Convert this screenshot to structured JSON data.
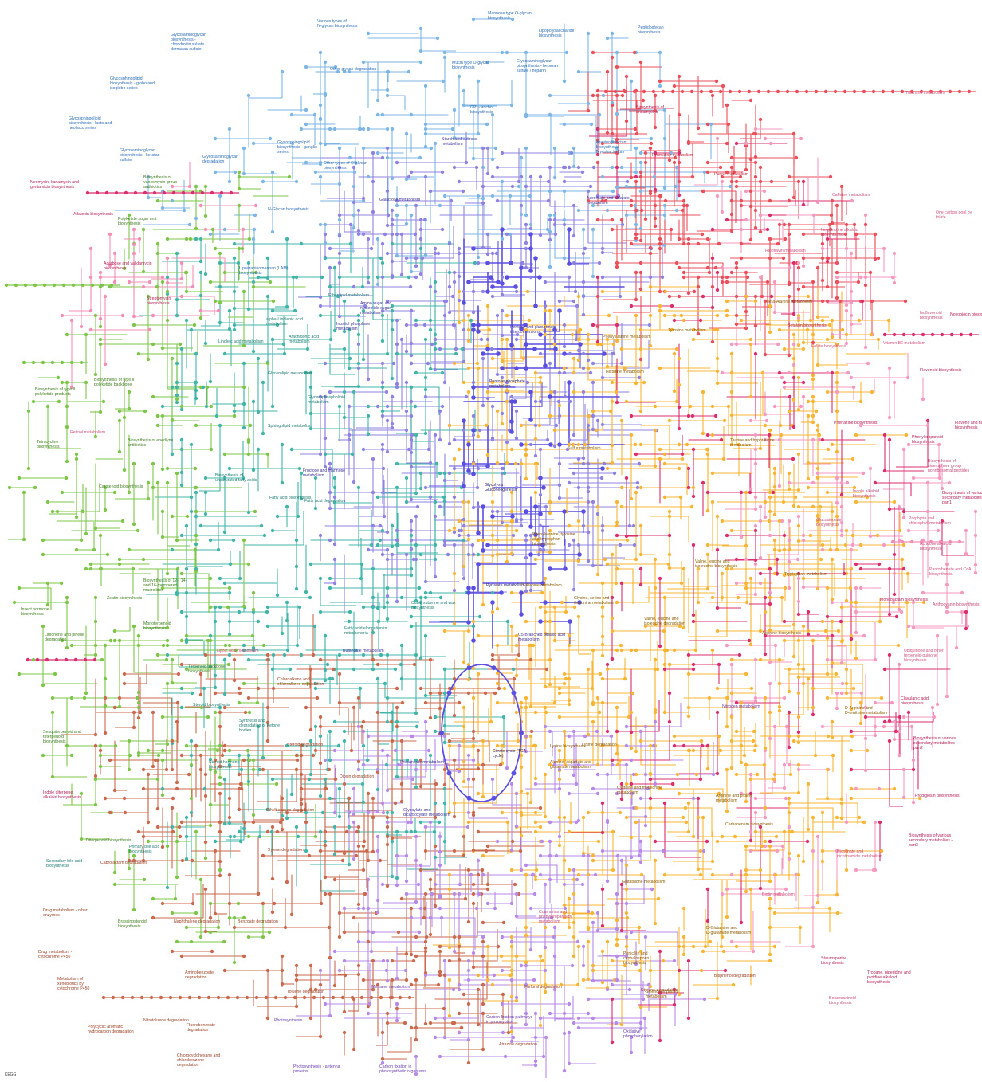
{
  "colors": {
    "glycan": "#7eb6e4",
    "carbohydrate": "#8f83e0",
    "lipid": "#43b5a8",
    "terpenoid": "#7ec64a",
    "nucleotide": "#e8505b",
    "aminoacid": "#f7b535",
    "xenobiotic": "#c96a4e",
    "energy": "#b68ae6",
    "secondary": "#f28fb6",
    "other_secondary": "#d92f6e",
    "cofactor": "#f49ac1",
    "core": "#5a4fe0"
  },
  "labels": [
    {
      "id": "glycosaminoglycan-chondroitin",
      "group": "glycan",
      "text": "Glycosaminoglycan biosynthesis - chondroitin sulfate / dermatan sulfate"
    },
    {
      "id": "various-n-glycan",
      "group": "glycan",
      "text": "Various types of N-glycan biosynthesis"
    },
    {
      "id": "mannose-o-glycan",
      "group": "glycan",
      "text": "Mannose type O-glycan biosynthesis"
    },
    {
      "id": "lipopolysaccharide",
      "group": "glycan",
      "text": "Lipopolysaccharide biosynthesis"
    },
    {
      "id": "peptidoglycan",
      "group": "glycan",
      "text": "Peptidoglycan biosynthesis"
    },
    {
      "id": "glycosphingolipid-globo",
      "group": "glycan",
      "text": "Glycosphingolipid biosynthesis - globo and isoglobo series"
    },
    {
      "id": "other-glycan-degradation",
      "group": "glycan",
      "text": "Other glycan degradation"
    },
    {
      "id": "mucin-o-glycan",
      "group": "glycan",
      "text": "Mucin type O-glycan biosynthesis"
    },
    {
      "id": "glycosaminoglycan-heparan",
      "group": "glycan",
      "text": "Glycosaminoglycan biosynthesis - heparan sulfate / heparin"
    },
    {
      "id": "glycosphingolipid-lacto",
      "group": "glycan",
      "text": "Glycosphingolipid biosynthesis - lacto and neolacto series"
    },
    {
      "id": "gpi-anchor",
      "group": "glycan",
      "text": "GPI - anchor biosynthesis"
    },
    {
      "id": "glycosaminoglycan-keratan",
      "group": "glycan",
      "text": "Glycosaminoglycan biosynthesis - keratan sulfate"
    },
    {
      "id": "glycosaminoglycan-degradation",
      "group": "glycan",
      "text": "Glycosaminoglycan degradation"
    },
    {
      "id": "glycosphingolipid-ganglio",
      "group": "glycan",
      "text": "Glycosphingolipid biosynthesis - ganglio series"
    },
    {
      "id": "other-o-glycan",
      "group": "glycan",
      "text": "Other types of O-glycan biosynthesis"
    },
    {
      "id": "n-glycan",
      "group": "glycan",
      "text": "N-Glycan biosynthesis"
    },
    {
      "id": "lipoarabinomannan",
      "group": "glycan",
      "text": "Lipoarabinomannan (LAM) biosynthesis"
    },
    {
      "id": "arabinogalactan",
      "group": "glycan",
      "text": "Arabinogalactan biosynthesis - Mycobacterium"
    },
    {
      "id": "starch-sucrose",
      "group": "carbohydrate",
      "text": "Starch and sucrose metabolism"
    },
    {
      "id": "galactose",
      "group": "carbohydrate",
      "text": "Galactose metabolism"
    },
    {
      "id": "ascorbate-aldarate",
      "group": "carbohydrate",
      "text": "Ascorbate and aldarate metabolism"
    },
    {
      "id": "amino-sugar",
      "group": "carbohydrate",
      "text": "Amino sugar and nucleotide sugar metabolism"
    },
    {
      "id": "inositol-phosphate",
      "group": "carbohydrate",
      "text": "Inositol phosphate metabolism"
    },
    {
      "id": "pentose-glucuronate",
      "group": "carbohydrate",
      "text": "Pentose and glucuronate interconversions"
    },
    {
      "id": "pentose-phosphate",
      "group": "core",
      "text": "Pentose phosphate metabolism"
    },
    {
      "id": "fructose-mannose",
      "group": "carbohydrate",
      "text": "Fructose and mannose metabolism"
    },
    {
      "id": "glycolysis",
      "group": "core",
      "text": "Glycolysis / Gluconeogenesis"
    },
    {
      "id": "pyruvate",
      "group": "core",
      "text": "Pyruvate metabolism"
    },
    {
      "id": "c5-branched",
      "group": "carbohydrate",
      "text": "C5-Branched dibasic acid metabolism"
    },
    {
      "id": "butanoate",
      "group": "carbohydrate",
      "text": "Butanoate metabolism"
    },
    {
      "id": "citrate-cycle",
      "group": "core",
      "text": "Citrate cycle (TCA cycle)"
    },
    {
      "id": "propanoate",
      "group": "carbohydrate",
      "text": "Propanoate metabolism"
    },
    {
      "id": "glyoxylate",
      "group": "carbohydrate",
      "text": "Glyoxylate and dicarboxylate metabolism"
    },
    {
      "id": "biosynthesis-ansamycins",
      "group": "other_secondary",
      "text": "Biosynthesis of ansamycins"
    },
    {
      "id": "pyrimidine",
      "group": "nucleotide",
      "text": "Pyrimidine metabolism"
    },
    {
      "id": "purine",
      "group": "nucleotide",
      "text": "Purine metabolism"
    },
    {
      "id": "thiamine",
      "group": "cofactor",
      "text": "Thiamine metabolism"
    },
    {
      "id": "caffeine",
      "group": "secondary",
      "text": "Caffeine metabolism"
    },
    {
      "id": "one-carbon-folate",
      "group": "cofactor",
      "text": "One carbon pool by folate"
    },
    {
      "id": "isoquinoline",
      "group": "secondary",
      "text": "Isoquinoline alkaloid biosynthesis"
    },
    {
      "id": "riboflavin",
      "group": "cofactor",
      "text": "Riboflavin metabolism"
    },
    {
      "id": "beta-alanine",
      "group": "aminoacid",
      "text": "beta-Alanine metabolism"
    },
    {
      "id": "isoflavonoid",
      "group": "secondary",
      "text": "Isoflavonoid biosynthesis"
    },
    {
      "id": "neomycin",
      "group": "other_secondary",
      "text": "Neomycin, kanamycin and gentamicin biosynthesis"
    },
    {
      "id": "aflatoxin",
      "group": "other_secondary",
      "text": "Aflatoxin biosynthesis"
    },
    {
      "id": "vancomycin",
      "group": "terpenoid",
      "text": "Biosynthesis of vancomycin group antibiotics"
    },
    {
      "id": "polyketide-sugar",
      "group": "terpenoid",
      "text": "Polyketide sugar unit biosynthesis"
    },
    {
      "id": "acarbose",
      "group": "other_secondary",
      "text": "Acarbose and validamycin biosynthesis"
    },
    {
      "id": "streptomycin",
      "group": "other_secondary",
      "text": "Streptomycin biosynthesis"
    },
    {
      "id": "ether-lipid",
      "group": "lipid",
      "text": "Ether lipid metabolism"
    },
    {
      "id": "arachidonic",
      "group": "lipid",
      "text": "Arachidonic acid metabolism"
    },
    {
      "id": "linoleic",
      "group": "lipid",
      "text": "Linoleic acid metabolism"
    },
    {
      "id": "alpha-linolenic",
      "group": "lipid",
      "text": "alpha-Linolenic acid metabolism"
    },
    {
      "id": "glycerolipid",
      "group": "lipid",
      "text": "Glycerolipid metabolism"
    },
    {
      "id": "glycerophospholipid",
      "group": "lipid",
      "text": "Glycerophospholipid metabolism"
    },
    {
      "id": "sphingolipid",
      "group": "lipid",
      "text": "Sphingolipid metabolism"
    },
    {
      "id": "type-ii-polyketide",
      "group": "terpenoid",
      "text": "Biosynthesis of type II polyketide backbone"
    },
    {
      "id": "type-ii-polyketide-products",
      "group": "terpenoid",
      "text": "Biosynthesis of type II polyketide products"
    },
    {
      "id": "retinol",
      "group": "cofactor",
      "text": "Retinol metabolism"
    },
    {
      "id": "enediyne",
      "group": "terpenoid",
      "text": "Biosynthesis of enediyne antibiotics"
    },
    {
      "id": "tetracycline",
      "group": "terpenoid",
      "text": "Tetracycline biosynthesis"
    },
    {
      "id": "unsaturated-fatty",
      "group": "lipid",
      "text": "Biosynthesis of unsaturated fatty acids"
    },
    {
      "id": "fatty-acid-biosynthesis",
      "group": "lipid",
      "text": "Fatty acid biosynthesis"
    },
    {
      "id": "fatty-acid-degradation",
      "group": "lipid",
      "text": "Fatty acid degradation"
    },
    {
      "id": "carotenoid",
      "group": "terpenoid",
      "text": "Carotenoid biosynthesis"
    },
    {
      "id": "macrolides",
      "group": "terpenoid",
      "text": "Biosynthesis of 12-, 14- and 16-membered macrolides"
    },
    {
      "id": "zeatin",
      "group": "terpenoid",
      "text": "Zeatin biosynthesis"
    },
    {
      "id": "insect-hormone",
      "group": "terpenoid",
      "text": "Insect hormone biosynthesis"
    },
    {
      "id": "monoterpenoid",
      "group": "terpenoid",
      "text": "Monoterpenoid biosynthesis"
    },
    {
      "id": "limonene",
      "group": "terpenoid",
      "text": "Limonene and pinene degradation"
    },
    {
      "id": "lipoic-acid",
      "group": "cofactor",
      "text": "Lipoic acid metabolism"
    },
    {
      "id": "fatty-acid-elongation",
      "group": "lipid",
      "text": "Fatty acid elongation in mitochondria"
    },
    {
      "id": "cutin-suberine",
      "group": "lipid",
      "text": "Cutin, suberine and wax biosynthesis"
    },
    {
      "id": "terpenoid-backbone",
      "group": "terpenoid",
      "text": "Terpenoid backbone biosynthesis"
    },
    {
      "id": "steroid",
      "group": "lipid",
      "text": "Steroid biosynthesis"
    },
    {
      "id": "ketone-bodies",
      "group": "lipid",
      "text": "Synthesis and degradation of Ketone bodies"
    },
    {
      "id": "steroid-hormone",
      "group": "lipid",
      "text": "Steroid hormone biosynthesis"
    },
    {
      "id": "steroid-degradation",
      "group": "xenobiotic",
      "text": "Steroid degradation"
    },
    {
      "id": "chloroalkane",
      "group": "xenobiotic",
      "text": "Chloroalkane and chloroalkene degradation"
    },
    {
      "id": "sesquiterpenoid",
      "group": "terpenoid",
      "text": "Sesquiterpenoid and triterpenoid biosynthesis"
    },
    {
      "id": "indole-diterpene",
      "group": "other_secondary",
      "text": "Indole diterpene alkaloid biosynthesis"
    },
    {
      "id": "dioxin",
      "group": "xenobiotic",
      "text": "Dioxin degradation"
    },
    {
      "id": "ethylbenzene",
      "group": "xenobiotic",
      "text": "Ethylbenzene degradation"
    },
    {
      "id": "xylene",
      "group": "xenobiotic",
      "text": "Xylene degradation"
    },
    {
      "id": "diterpenoid",
      "group": "terpenoid",
      "text": "Diterpenoid biosynthesis"
    },
    {
      "id": "primary-bile",
      "group": "lipid",
      "text": "Primary bile acid biosynthesis"
    },
    {
      "id": "secondary-bile",
      "group": "lipid",
      "text": "Secondary bile acid biosynthesis"
    },
    {
      "id": "caprolactam",
      "group": "xenobiotic",
      "text": "Caprolactam degradation"
    },
    {
      "id": "drug-other",
      "group": "xenobiotic",
      "text": "Drug metabolism - other enzymes"
    },
    {
      "id": "brassinosteroid",
      "group": "terpenoid",
      "text": "Brassinosteroid biosynthesis"
    },
    {
      "id": "naphthalene",
      "group": "xenobiotic",
      "text": "Naphthalene degradation"
    },
    {
      "id": "benzoate",
      "group": "xenobiotic",
      "text": "Benzoate degradation"
    },
    {
      "id": "drug-p450",
      "group": "xenobiotic",
      "text": "Drug metabolism - cytochrome P450"
    },
    {
      "id": "xenobiotics-p450",
      "group": "xenobiotic",
      "text": "Metabolism of xenobiotics by cytochrome P450"
    },
    {
      "id": "aminobenzoate",
      "group": "xenobiotic",
      "text": "Aminobenzoate degradation"
    },
    {
      "id": "toluene",
      "group": "xenobiotic",
      "text": "Toluene degradation"
    },
    {
      "id": "nitrotoluene",
      "group": "xenobiotic",
      "text": "Nitrotoluene degradation"
    },
    {
      "id": "fluorobenzoate",
      "group": "xenobiotic",
      "text": "Fluorobenzoate degradation"
    },
    {
      "id": "photosynthesis",
      "group": "energy",
      "text": "Photosynthesis"
    },
    {
      "id": "polycyclic-aromatic",
      "group": "xenobiotic",
      "text": "Polycyclic aromatic hydrocarbon degradation"
    },
    {
      "id": "chlorocyclohexane",
      "group": "xenobiotic",
      "text": "Chlorocyclohexane and chlorobenzene degradation"
    },
    {
      "id": "photosynthesis-antenna",
      "group": "energy",
      "text": "Photosynthesis - antenna proteins"
    },
    {
      "id": "carbon-fixation-organisms",
      "group": "energy",
      "text": "Carbon fixation in photosynthetic organisms"
    },
    {
      "id": "atrazine",
      "group": "xenobiotic",
      "text": "Atrazine degradation"
    },
    {
      "id": "carbon-fixation-prokaryotes",
      "group": "energy",
      "text": "Carbon fixation pathways in prokaryotes"
    },
    {
      "id": "oxidative-phosphorylation",
      "group": "energy",
      "text": "Oxidative phosphorylation"
    },
    {
      "id": "methane",
      "group": "energy",
      "text": "Methane metabolism"
    },
    {
      "id": "furfural",
      "group": "xenobiotic",
      "text": "Furfural degradation"
    },
    {
      "id": "styrene",
      "group": "xenobiotic",
      "text": "Styrene degradation"
    },
    {
      "id": "coumarin",
      "group": "secondary",
      "text": "Coumarins and phenylpropanoids metabolism"
    },
    {
      "id": "selenocompound",
      "group": "aminoacid",
      "text": "Selenocompound metabolism"
    },
    {
      "id": "penicillin",
      "group": "aminoacid",
      "text": "Penicillin and cephalosporin biosynthesis"
    },
    {
      "id": "bisphenol",
      "group": "xenobiotic",
      "text": "Bisphenol degradation"
    },
    {
      "id": "benzoxazinoid",
      "group": "secondary",
      "text": "Benzoxazinoid biosynthesis"
    },
    {
      "id": "tropane",
      "group": "other_secondary",
      "text": "Tropane, piperidine and pyridine alkaloid biosynthesis"
    },
    {
      "id": "staurosporine",
      "group": "other_secondary",
      "text": "Staurosporine biosynthesis"
    },
    {
      "id": "d-glutamine",
      "group": "aminoacid",
      "text": "D-Glutamine and D-glutamate metabolism"
    },
    {
      "id": "glutathione",
      "group": "aminoacid",
      "text": "Glutathione metabolism"
    },
    {
      "id": "biotin",
      "group": "cofactor",
      "text": "Biotin metabolism"
    },
    {
      "id": "nicotinate",
      "group": "cofactor",
      "text": "Nicotinate and nicotinamide metabolism"
    },
    {
      "id": "carbapenem",
      "group": "aminoacid",
      "text": "Carbapenem biosynthesis"
    },
    {
      "id": "arginine-proline",
      "group": "aminoacid",
      "text": "Arginine and proline metabolism"
    },
    {
      "id": "cysteine-methionine",
      "group": "aminoacid",
      "text": "Cysteine and methionine metabolism"
    },
    {
      "id": "alanine-aspartate",
      "group": "aminoacid",
      "text": "Alanine, aspartate and glutamate metabolism"
    },
    {
      "id": "lysine-biosynthesis",
      "group": "aminoacid",
      "text": "Lysine biosynthesis"
    },
    {
      "id": "lysine-degradation",
      "group": "aminoacid",
      "text": "Lysine degradation"
    },
    {
      "id": "nitrogen",
      "group": "energy",
      "text": "Nitrogen metabolism"
    },
    {
      "id": "d-arginine",
      "group": "aminoacid",
      "text": "D-Arginine and D-ornithine metabolism"
    },
    {
      "id": "prodigiosin",
      "group": "other_secondary",
      "text": "Prodigiosin biosynthesis"
    },
    {
      "id": "various-part2",
      "group": "other_secondary",
      "text": "Biosynthesis of various secondary metabolites - part2"
    },
    {
      "id": "various-part3",
      "group": "other_secondary",
      "text": "Biosynthesis of various secondary metabolites - part3"
    },
    {
      "id": "clavulanic",
      "group": "other_secondary",
      "text": "Clavulanic acid biosynthesis"
    },
    {
      "id": "ubiquinone",
      "group": "cofactor",
      "text": "Ubiquinone and other terpenoid-quinone biosynthesis"
    },
    {
      "id": "arginine-biosynthesis",
      "group": "aminoacid",
      "text": "Arginine biosynthesis"
    },
    {
      "id": "valine-leucine-biosynthesis",
      "group": "aminoacid",
      "text": "Valine, leucine and isoleucine biosynthesis"
    },
    {
      "id": "valine-leucine-degradation",
      "group": "aminoacid",
      "text": "Valine, leucine and isoleucine degradation"
    },
    {
      "id": "glycine-serine",
      "group": "aminoacid",
      "text": "Glycine, serine and threonine metabolism"
    },
    {
      "id": "d-alanine",
      "group": "aminoacid",
      "text": "D-Alanine metabolism"
    },
    {
      "id": "phenylalanine-tyrosine-trp",
      "group": "aminoacid",
      "text": "Phenylalanine, tyrosine and tryptophan biosynthesis"
    },
    {
      "id": "tryptophan",
      "group": "aminoacid",
      "text": "Tryptophan metabolism"
    },
    {
      "id": "monobactam",
      "group": "other_secondary",
      "text": "Monobactam biosynthesis"
    },
    {
      "id": "anthocyanin",
      "group": "secondary",
      "text": "Anthocyanin biosynthesis"
    },
    {
      "id": "pantothenate",
      "group": "cofactor",
      "text": "Pantothenate and CoA biosynthesis"
    },
    {
      "id": "acridone",
      "group": "secondary",
      "text": "Acridone alkaloid biosynthesis"
    },
    {
      "id": "porphyrin",
      "group": "cofactor",
      "text": "Porphyrin and chlorophyll metabolism"
    },
    {
      "id": "glucosinolate",
      "group": "secondary",
      "text": "Glucosinolate biosynthesis"
    },
    {
      "id": "indole-alkaloid",
      "group": "secondary",
      "text": "Indole alkaloid biosynthesis"
    },
    {
      "id": "various-part1",
      "group": "other_secondary",
      "text": "Biosynthesis of various secondary metabolites - part1"
    },
    {
      "id": "siderophore",
      "group": "secondary",
      "text": "Biosynthesis of siderophore group nonribosomal peptides"
    },
    {
      "id": "phenylpropanoid",
      "group": "other_secondary",
      "text": "Phenylpropanoid biosynthesis"
    },
    {
      "id": "flavone-flavonol",
      "group": "other_secondary",
      "text": "Flavone and flavonol biosynthesis"
    },
    {
      "id": "phenazine",
      "group": "other_secondary",
      "text": "Phenazine biosynthesis"
    },
    {
      "id": "taurine",
      "group": "aminoacid",
      "text": "Taurine and hypotaurine metabolism"
    },
    {
      "id": "sulfur",
      "group": "aminoacid",
      "text": "Sulfur metabolism"
    },
    {
      "id": "histidine",
      "group": "aminoacid",
      "text": "Histidine metabolism"
    },
    {
      "id": "phenylalanine",
      "group": "aminoacid",
      "text": "Phenylalanine metabolism"
    },
    {
      "id": "tyrosine",
      "group": "aminoacid",
      "text": "Tyrosine metabolism"
    },
    {
      "id": "folate",
      "group": "cofactor",
      "text": "Folate biosynthesis"
    },
    {
      "id": "vitamin-b6",
      "group": "cofactor",
      "text": "Vitamin B6 metabolism"
    },
    {
      "id": "flavonoid",
      "group": "other_secondary",
      "text": "Flavonoid biosynthesis"
    },
    {
      "id": "betalain",
      "group": "other_secondary",
      "text": "Betalain biosynthesis"
    },
    {
      "id": "neomycin-2",
      "group": "other_secondary",
      "text": "Novobiocin biosynthesis"
    }
  ],
  "footer": "KEGG"
}
